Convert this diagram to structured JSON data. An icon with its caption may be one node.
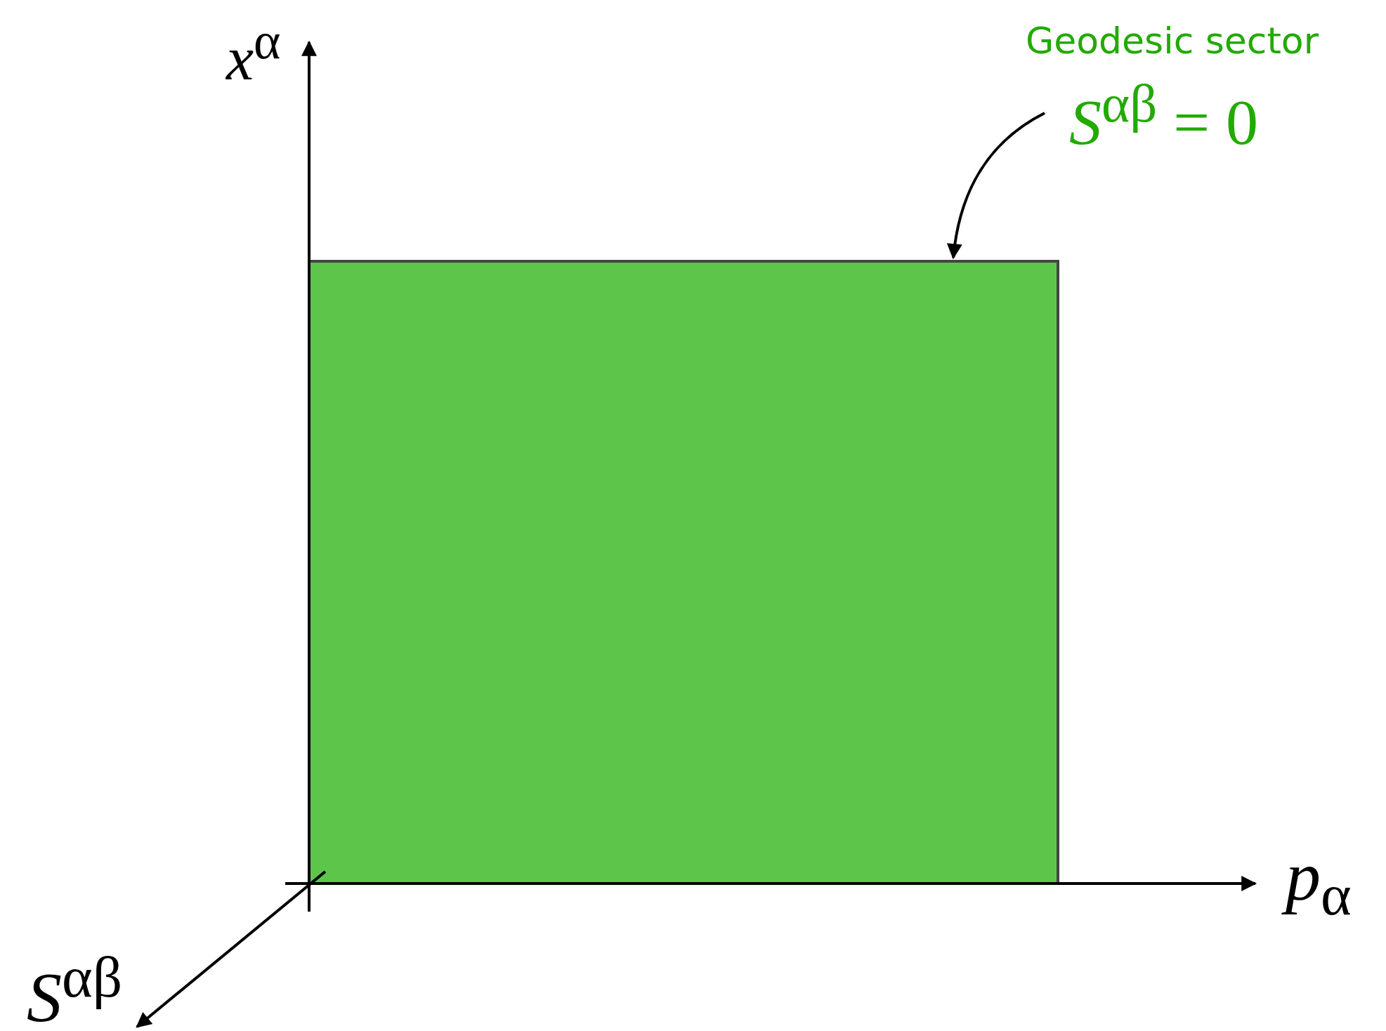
{
  "diagram": {
    "nodes": [
      {
        "text": [],
        "shape": "box"
      },
      {
        "text": [
          "Geodesic sector",
          "*S*$^{αβ}$ = 0"
        ]
      }
    ],
    "edges": [
      {
        "from": 1,
        "to": 0,
        "arrow": "to"
      }
    ],
    "labels": [
      "*x*$^{α}$",
      "*p*$_{α}$",
      "*S*$^{αβ}$"
    ]
  }
}
